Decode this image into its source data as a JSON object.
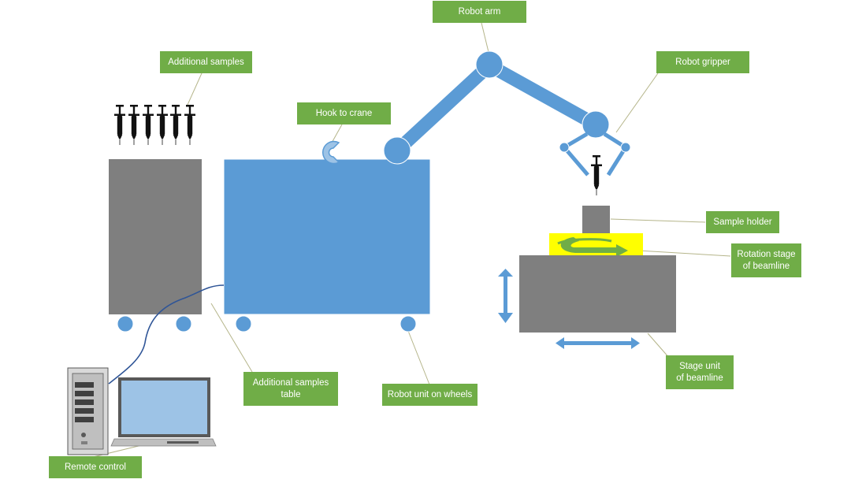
{
  "colors": {
    "robot_blue": "#5b9bd5",
    "robot_stroke": "#ffffff",
    "gray_box": "#7f7f7f",
    "label_green": "#70ad47",
    "label_text": "#ffffff",
    "rotation_yellow": "#ffff00",
    "rotation_arrow": "#70ad47",
    "syringe": "#111111",
    "leader_line": "#b5b58a",
    "cable": "#2f5597",
    "screen": "#9dc3e6"
  },
  "labels": {
    "robot_arm": "Robot arm",
    "additional_samples": "Additional samples",
    "robot_gripper": "Robot gripper",
    "hook_to_crane": "Hook to crane",
    "sample_holder": "Sample holder",
    "rotation_stage": "Rotation stage\nof beamline",
    "stage_unit": "Stage unit\nof beamline",
    "additional_samples_table": "Additional samples\ntable",
    "robot_unit_on_wheels": "Robot unit on wheels",
    "remote_control": "Remote control"
  },
  "icons": {
    "syringe": "syringe-icon",
    "hook": "hook-icon",
    "computer_tower": "computer-tower-icon",
    "monitor": "monitor-icon",
    "wheel": "wheel-icon",
    "rotation_arrow": "curved-arrow-icon",
    "vertical_arrow": "vertical-double-arrow-icon",
    "horizontal_arrow": "horizontal-double-arrow-icon"
  }
}
